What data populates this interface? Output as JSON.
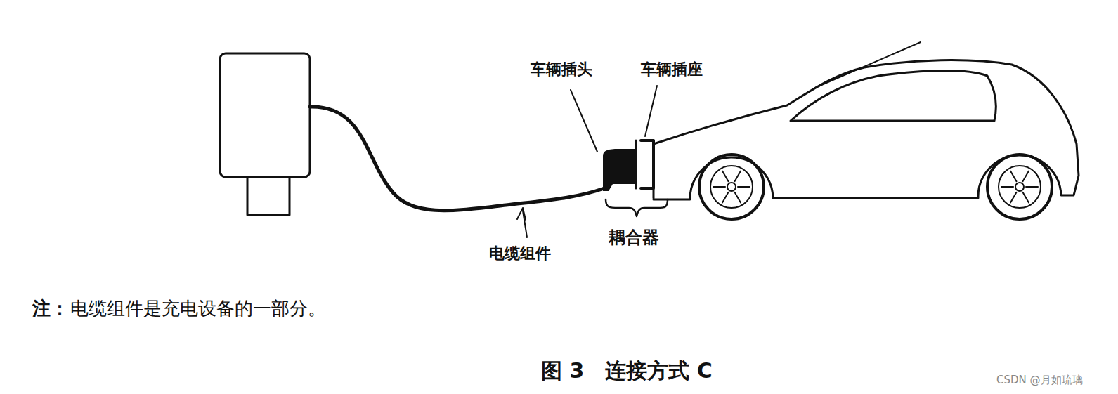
{
  "diagram": {
    "caption": "图 3　连接方式 C",
    "labels": [
      "车辆插头",
      "车辆插座",
      "耦合器",
      "电缆组件",
      "注：",
      "电缆组件是充电设备的一部分。",
      "CSDN @月如琉璃"
    ]
  }
}
